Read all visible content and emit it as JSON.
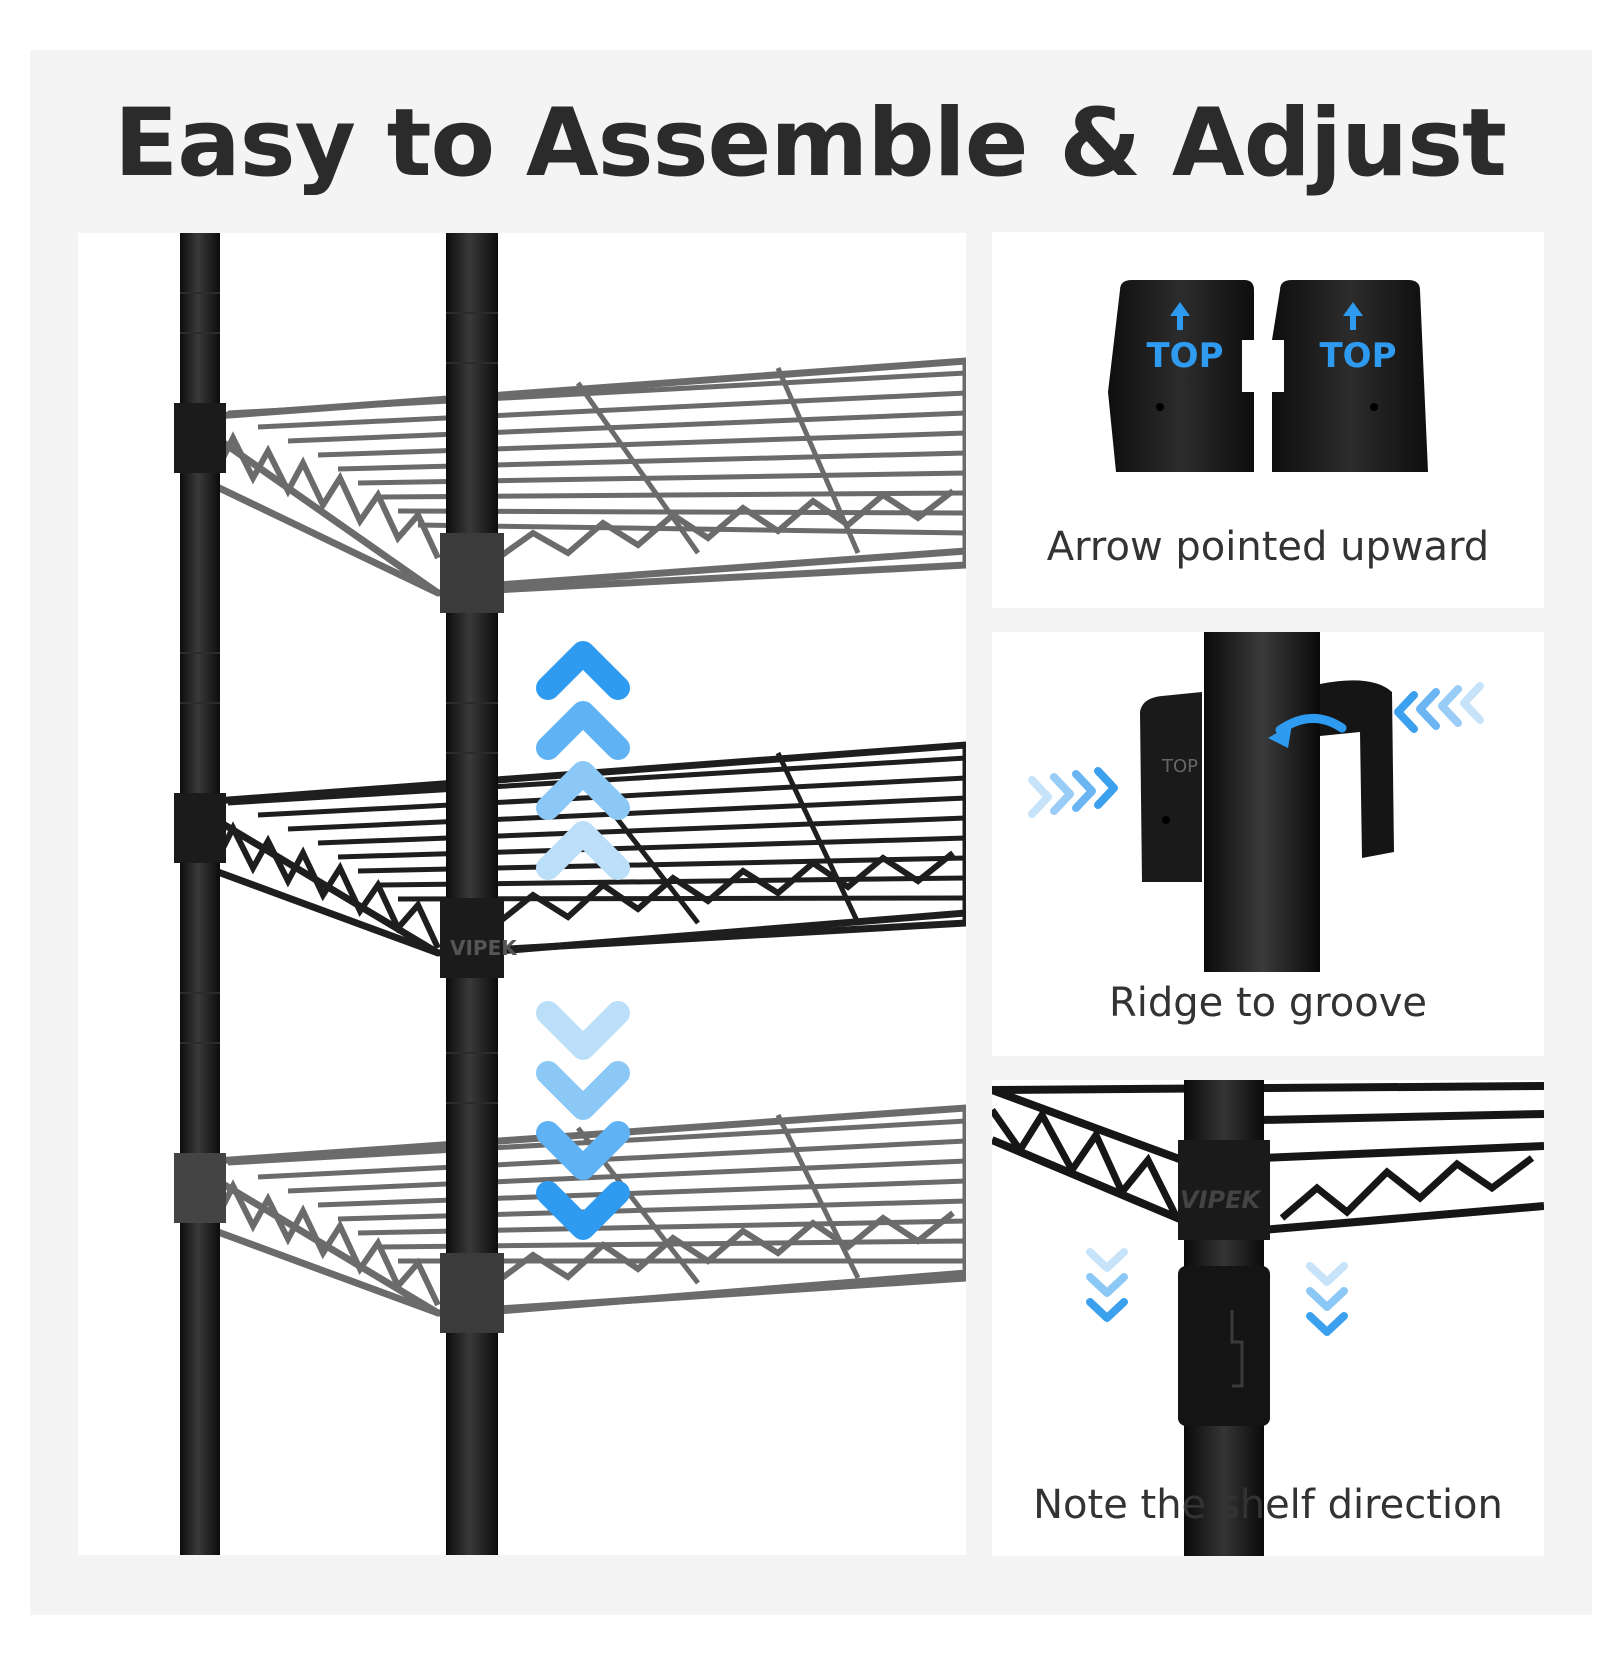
{
  "headline": "Easy to Assemble & Adjust",
  "captions": {
    "arrow": "Arrow pointed upward",
    "ridge": "Ridge to groove",
    "direction": "Note the shelf direction"
  },
  "sleeve_labels": {
    "left": "TOP",
    "right": "TOP",
    "clip": "TOP"
  },
  "brand_marks": {
    "main_shelf": "VIPEK",
    "detail_shelf": "VIPEK"
  },
  "colors": {
    "background": "#f4f4f4",
    "panel": "#ffffff",
    "headline": "#2b2b2b",
    "pole": "#161616",
    "shelf_gray": "#6b6b6b",
    "shelf_black": "#1e1e1e",
    "accent_blue": "#2e9bf0"
  },
  "icons": [
    "up-chevron-icon",
    "down-chevron-icon",
    "top-arrow-icon",
    "rotate-arrow-icon",
    "right-chevrons-icon",
    "left-chevrons-icon"
  ]
}
